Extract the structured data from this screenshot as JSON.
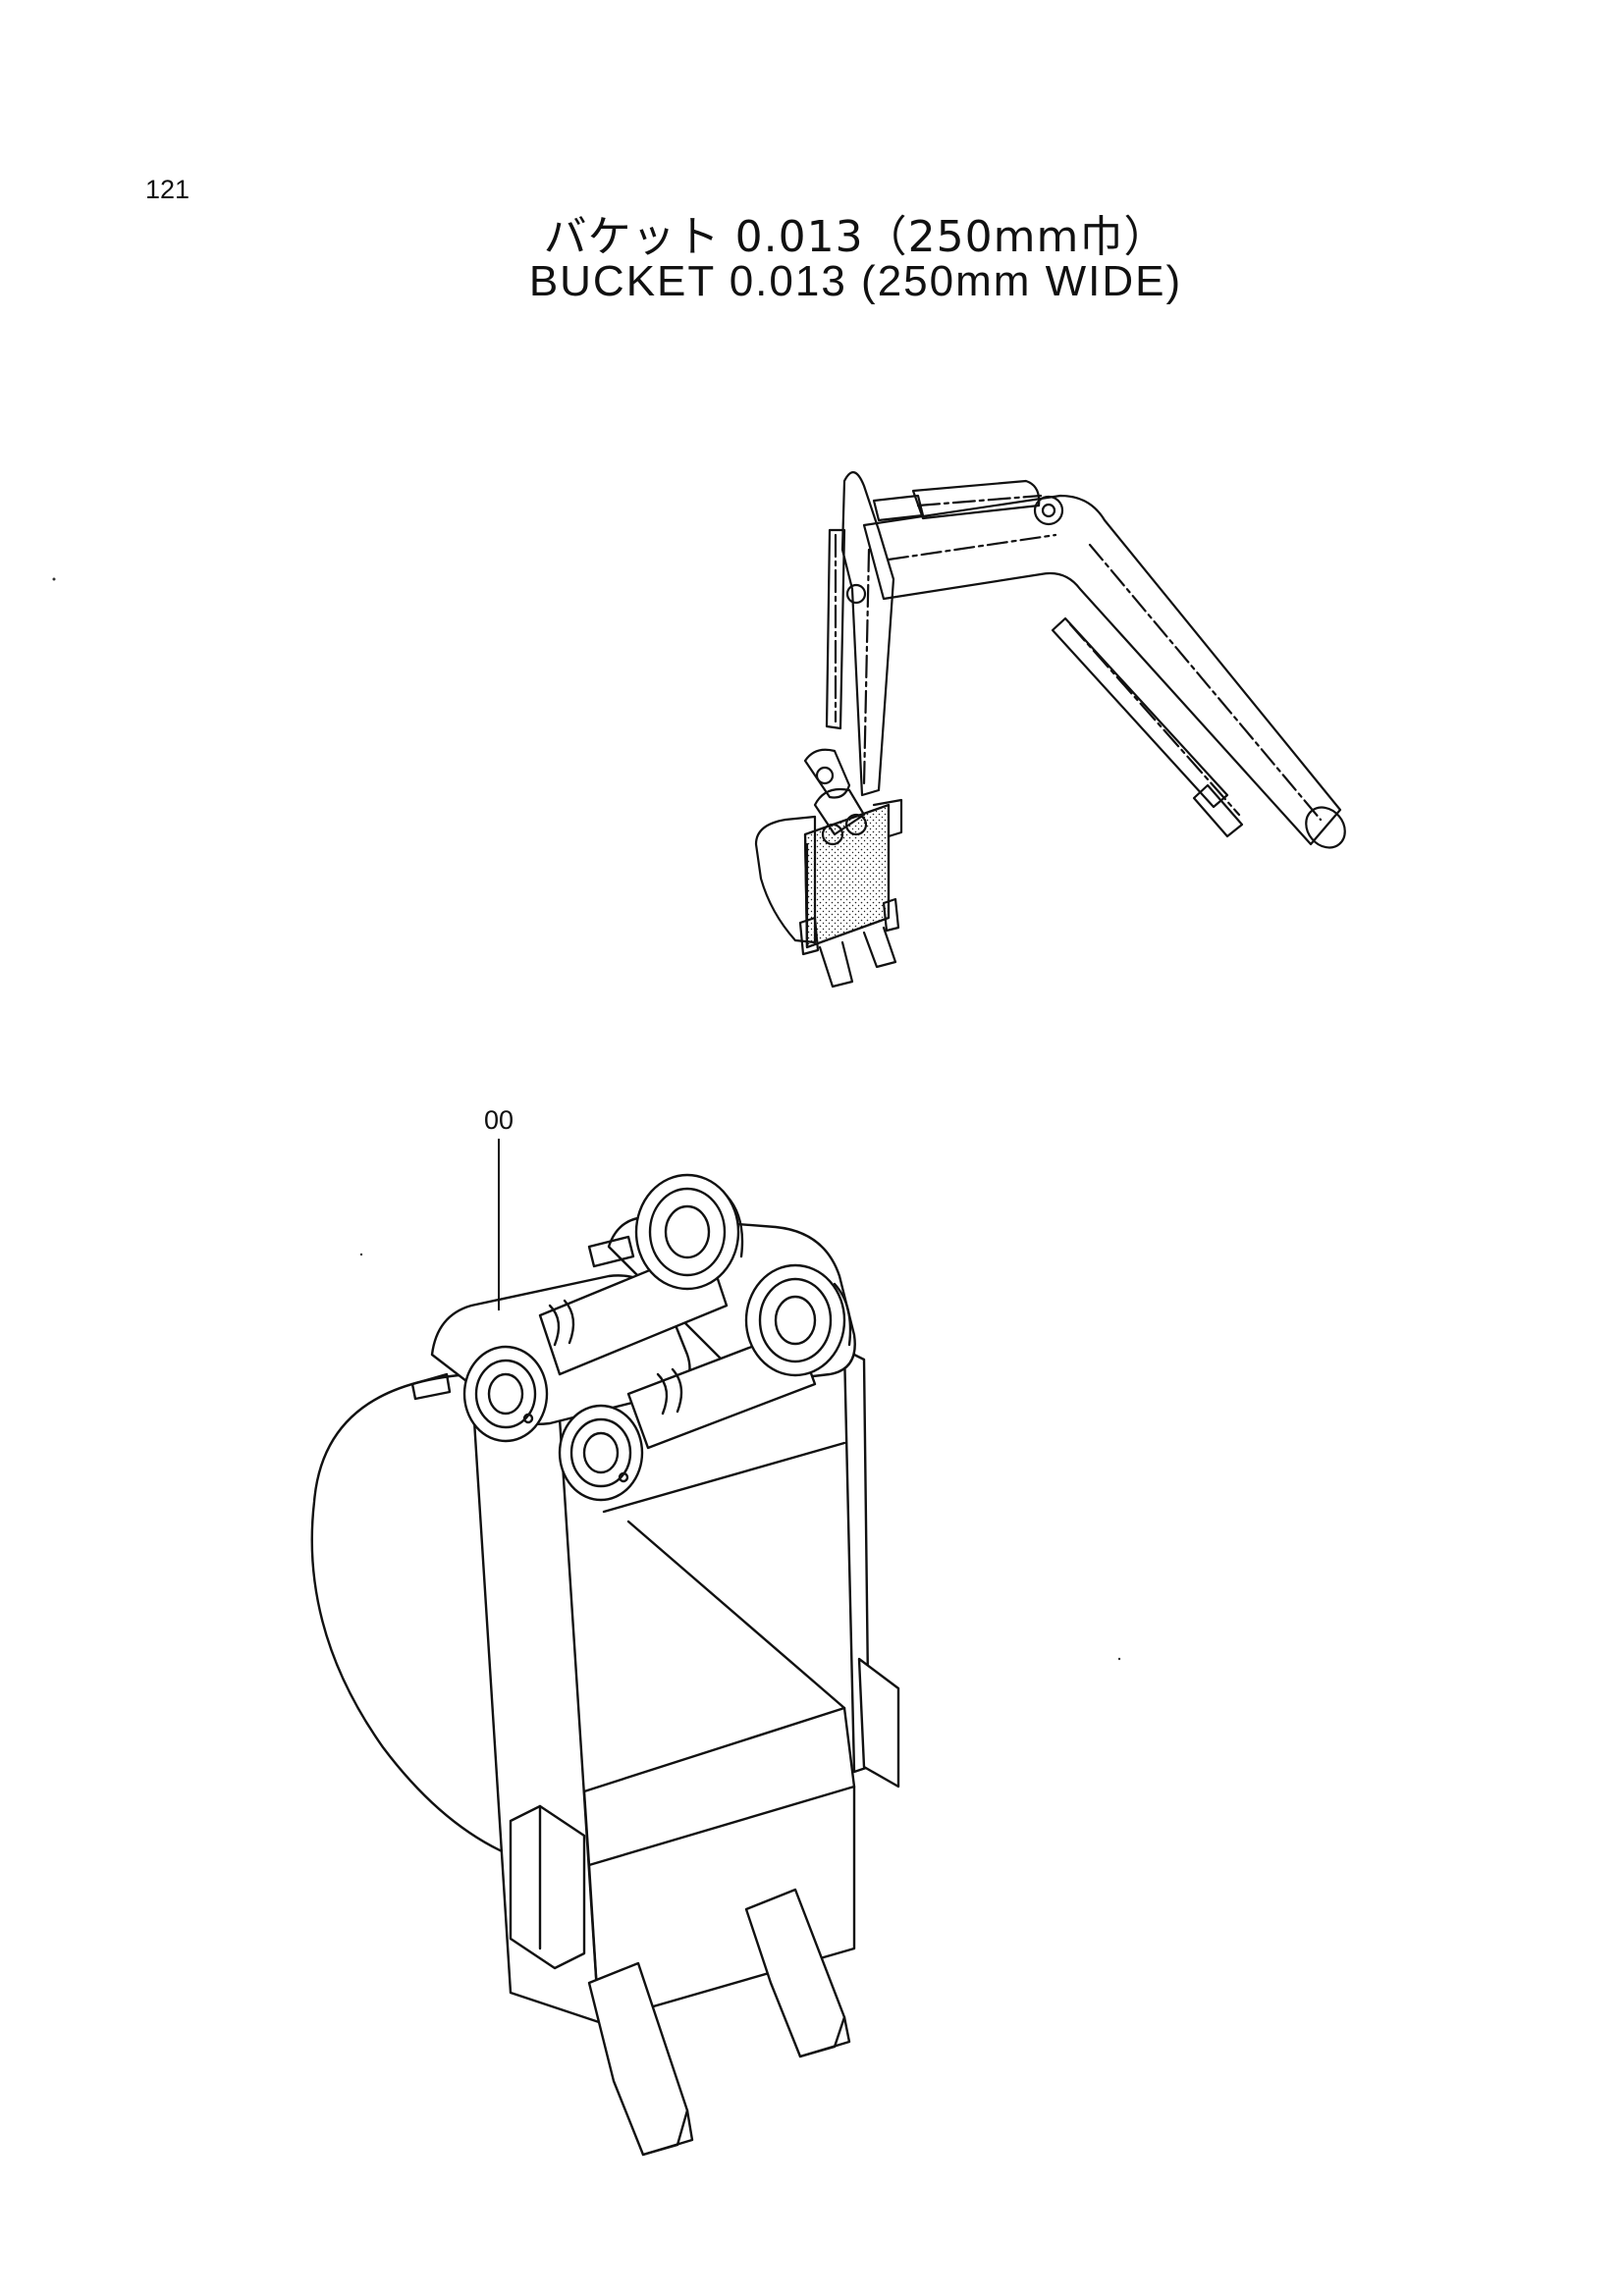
{
  "page": {
    "number": "121"
  },
  "title": {
    "japanese": "バケット 0.013（250mm巾）",
    "english": "BUCKET 0.013 (250mm WIDE)"
  },
  "callouts": [
    {
      "label": "00"
    }
  ]
}
